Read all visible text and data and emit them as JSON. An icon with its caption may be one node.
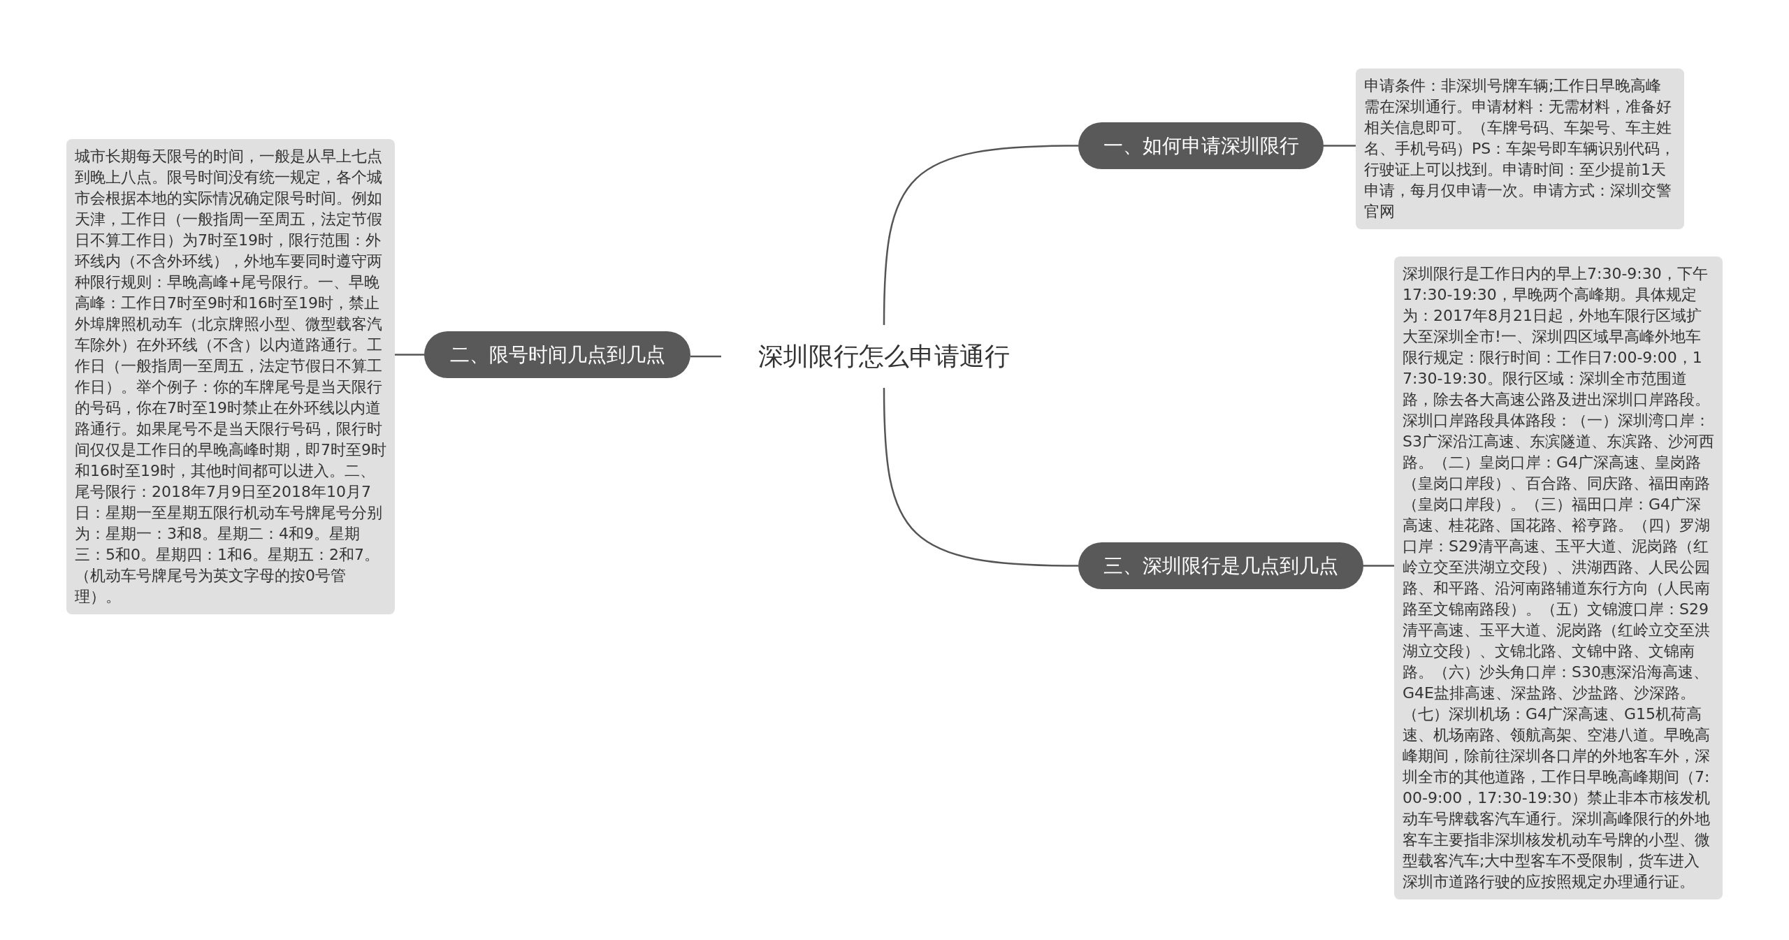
{
  "diagram": {
    "nodes": [
      {
        "text": [
          "深圳限行怎么申请通行"
        ]
      },
      {
        "text": [
          "一、如何申请深圳限行"
        ]
      },
      {
        "text": [
          "申请条件：非深圳号牌车辆;工作日早晚高峰需在深圳通行。申请材料：无需材料，准备好相关信息即可。（车牌号码、车架号、车主姓名、手机号码）PS：车架号即车辆识别代码，行驶证上可以找到。申请时间：至少提前1天申请，每月仅申请一次。申请方式：深圳交警官网"
        ]
      },
      {
        "text": [
          "二、限号时间几点到几点"
        ]
      },
      {
        "text": [
          "城市长期每天限号的时间，一般是从早上七点到晚上八点。限号时间没有统一规定，各个城市会根据本地的实际情况确定限号时间。例如天津，工作日（一般指周一至周五，法定节假日不算工作日）为7时至19时，限行范围：外环线内（不含外环线），外地车要同时遵守两种限行规则：早晚高峰+尾号限行。一、早晚高峰：工作日7时至9时和16时至19时，禁止外埠牌照机动车（北京牌照小型、微型载客汽车除外）在外环线（不含）以内道路通行。工作日（一般指周一至周五，法定节假日不算工作日）。举个例子：你的车牌尾号是当天限行的号码，你在7时至19时禁止在外环线以内道路通行。如果尾号不是当天限行号码，限行时间仅仅是工作日的早晚高峰时期，即7时至9时和16时至19时，其他时间都可以进入。二、尾号限行：2018年7月9日至2018年10月7日：星期一至星期五限行机动车号牌尾号分别为：星期一：3和8。星期二：4和9。星期三：5和0。星期四：1和6。星期五：2和7。（机动车号牌尾号为英文字母的按0号管理）。"
        ]
      },
      {
        "text": [
          "三、深圳限行是几点到几点"
        ]
      },
      {
        "text": [
          "深圳限行是工作日内的早上7:30-9:30，下午17:30-19:30，早晚两个高峰期。具体规定为：2017年8月21日起，外地车限行区域扩大至深圳全市!一、深圳四区域早高峰外地车限行规定：限行时间：工作日7:00-9:00，17:30-19:30。限行区域：深圳全市范围道路，除去各大高速公路及进出深圳口岸路段。深圳口岸路段具体路段：（一）深圳湾口岸：S3广深沿江高速、东滨隧道、东滨路、沙河西路。（二）皇岗口岸：G4广深高速、皇岗路（皇岗口岸段）、百合路、同庆路、福田南路（皇岗口岸段）。（三）福田口岸：G4广深高速、桂花路、国花路、裕亨路。（四）罗湖口岸：S29清平高速、玉平大道、泥岗路（红岭立交至洪湖立交段）、洪湖西路、人民公园路、和平路、沿河南路辅道东行方向（人民南路至文锦南路段）。（五）文锦渡口岸：S29清平高速、玉平大道、泥岗路（红岭立交至洪湖立交段）、文锦北路、文锦中路、文锦南路。（六）沙头角口岸：S30惠深沿海高速、G4E盐排高速、深盐路、沙盐路、沙深路。（七）深圳机场：G4广深高速、G15机荷高速、机场南路、领航高架、空港八道。早晚高峰期间，除前往深圳各口岸的外地客车外，深圳全市的其他道路，工作日早晚高峰期间（7:00-9:00，17:30-19:30）禁止非本市核发机动车号牌载客汽车通行。深圳高峰限行的外地客车主要指非深圳核发机动车号牌的小型、微型载客汽车;大中型客车不受限制，货车进入深圳市道路行驶的应按照规定办理通行证。"
        ]
      }
    ],
    "edges": [
      {
        "from": 0,
        "to": 1,
        "arrow": "none"
      },
      {
        "from": 1,
        "to": 2,
        "arrow": "none"
      },
      {
        "from": 0,
        "to": 3,
        "arrow": "none"
      },
      {
        "from": 3,
        "to": 4,
        "arrow": "none"
      },
      {
        "from": 0,
        "to": 5,
        "arrow": "none"
      },
      {
        "from": 5,
        "to": 6,
        "arrow": "none"
      }
    ]
  }
}
